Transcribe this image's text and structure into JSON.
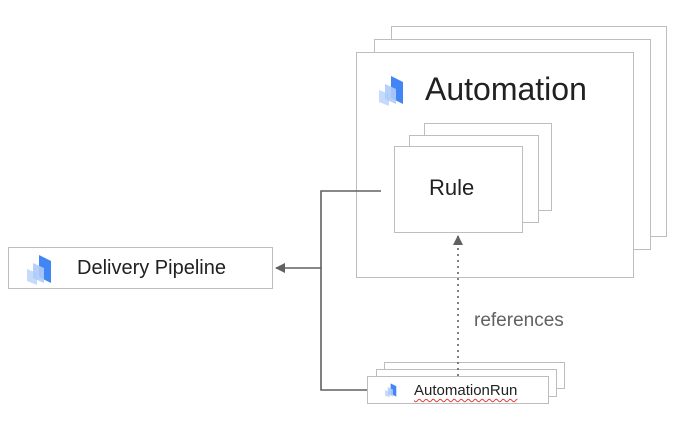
{
  "nodes": {
    "automation": {
      "label": "Automation",
      "icon": "deploy-resource-icon"
    },
    "rule": {
      "label": "Rule"
    },
    "delivery_pipeline": {
      "label": "Delivery Pipeline",
      "icon": "deploy-resource-icon"
    },
    "automation_run": {
      "label": "AutomationRun",
      "icon": "deploy-resource-icon"
    }
  },
  "edges": {
    "references": {
      "label": "references"
    }
  },
  "colors": {
    "icon_dark": "#4285f4",
    "icon_light": "#aecbfa",
    "stroke": "#616161",
    "border": "#bdbdbd"
  }
}
